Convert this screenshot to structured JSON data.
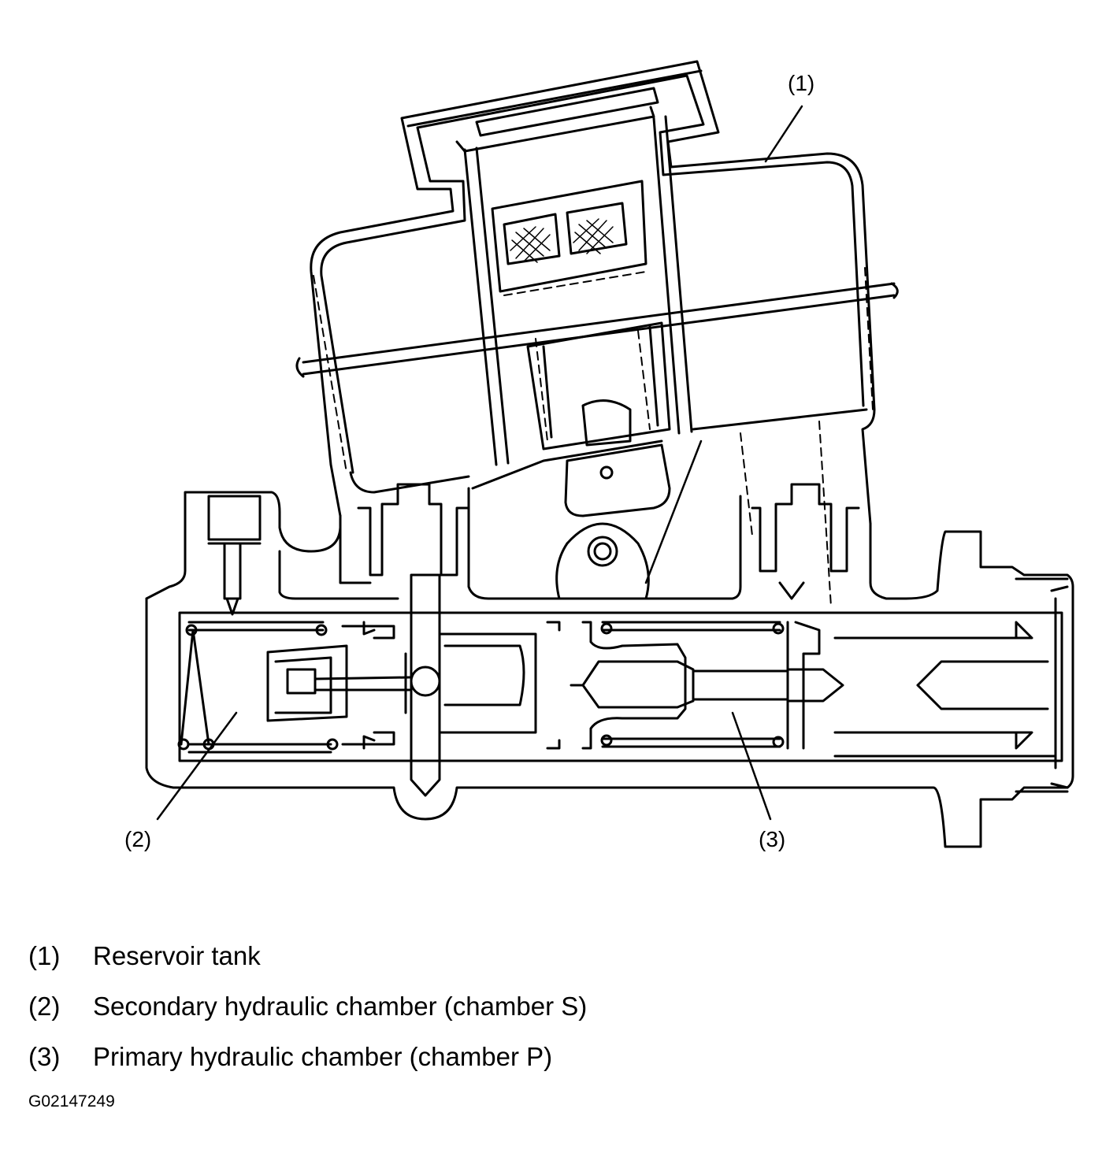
{
  "diagram": {
    "callouts": [
      {
        "label": "(1)"
      },
      {
        "label": "(2)"
      },
      {
        "label": "(3)"
      }
    ]
  },
  "legend": {
    "items": [
      {
        "number": "(1)",
        "text": "Reservoir tank"
      },
      {
        "number": "(2)",
        "text": "Secondary hydraulic chamber (chamber S)"
      },
      {
        "number": "(3)",
        "text": "Primary hydraulic chamber (chamber P)"
      }
    ]
  },
  "figure_id": "G02147249",
  "colors": {
    "line": "#000000",
    "background": "#ffffff"
  }
}
